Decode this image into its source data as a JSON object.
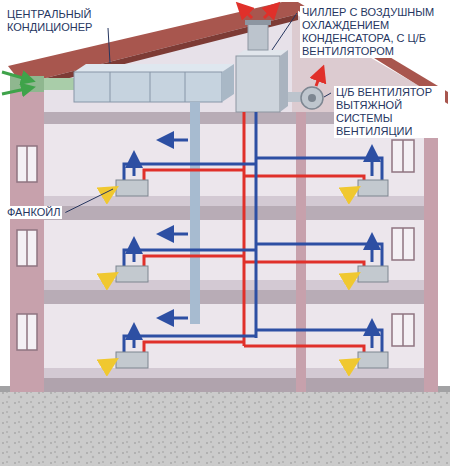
{
  "diagram": {
    "labels": [
      "ЦЕНТРАЛЬНЫЙ КОНДИЦИОНЕР",
      "ЧИЛЛЕР С ВОЗДУШНЫМ ОХЛАЖДЕНИЕМ КОНДЕНСАТОРА, С Ц/Б ВЕНТИЛЯТОРОМ",
      "Ц/Б ВЕНТИЛЯТОР ВЫТЯЖНОЙ СИСТЕМЫ ВЕНТИЛЯЦИИ",
      "ФАНКОЙЛ"
    ]
  }
}
